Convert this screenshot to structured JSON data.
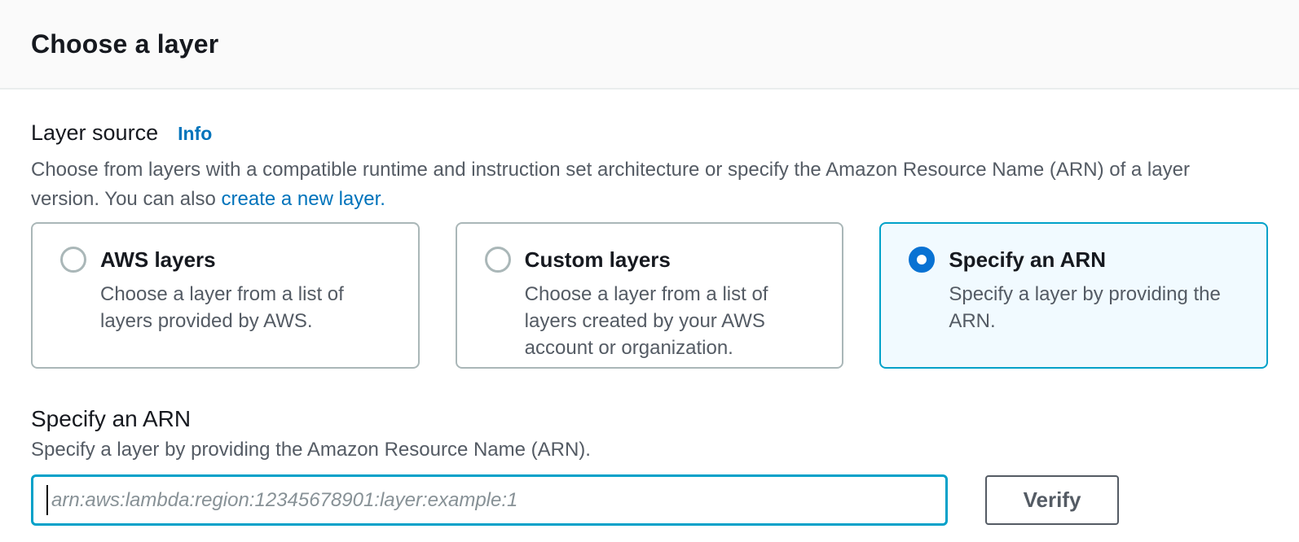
{
  "header": {
    "title": "Choose a layer"
  },
  "layer_source": {
    "label": "Layer source",
    "info_label": "Info",
    "description_before_link": "Choose from layers with a compatible runtime and instruction set architecture or specify the Amazon Resource Name (ARN) of a layer version. You can also ",
    "link_text": "create a new layer."
  },
  "options": [
    {
      "title": "AWS layers",
      "description": "Choose a layer from a list of layers provided by AWS.",
      "selected": false
    },
    {
      "title": "Custom layers",
      "description": "Choose a layer from a list of layers created by your AWS account or organization.",
      "selected": false
    },
    {
      "title": "Specify an ARN",
      "description": "Specify a layer by providing the ARN.",
      "selected": true
    }
  ],
  "arn_field": {
    "label": "Specify an ARN",
    "description": "Specify a layer by providing the Amazon Resource Name (ARN).",
    "placeholder": "arn:aws:lambda:region:12345678901:layer:example:1",
    "value": "",
    "verify_label": "Verify"
  },
  "colors": {
    "header_background": "#fafafa",
    "divider": "#eaeded",
    "heading_text": "#16191f",
    "body_text": "#545b64",
    "link_blue": "#0073bb",
    "tile_border": "#aab7b8",
    "tile_selected_border": "#00a1c9",
    "tile_selected_background": "#f1faff",
    "radio_selected": "#0972d3",
    "input_focus_border": "#00a1c9",
    "placeholder_text": "#879196",
    "button_border": "#545b64"
  }
}
